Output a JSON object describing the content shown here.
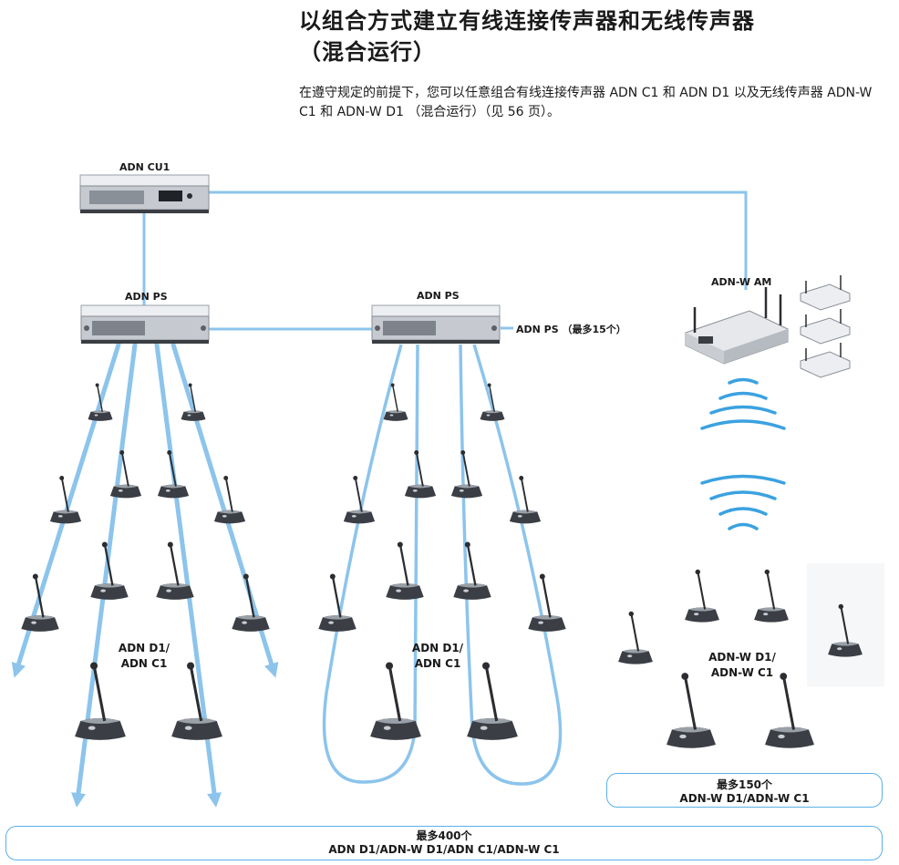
{
  "header": {
    "title_line1": "以组合方式建立有线连接传声器和无线传声器",
    "title_line2": "（混合运行）",
    "intro": "在遵守规定的前提下，您可以任意组合有线连接传声器 ADN C1 和 ADN D1 以及无线传声器 ADN-W C1 和 ADN-W D1 （混合运行）（见 56 页）。"
  },
  "labels": {
    "cu1": "ADN CU1",
    "ps_left": "ADN PS",
    "ps_mid": "ADN PS",
    "ps_more": "ADN PS （最多15个）",
    "wam": "ADN-W AM",
    "group_left": "ADN D1/\nADN C1",
    "group_mid": "ADN D1/\nADN C1",
    "group_wireless": "ADN-W D1/\nADN-W C1"
  },
  "boxes": {
    "wireless_max_line1": "最多150个",
    "wireless_max_line2": "ADN-W D1/ADN-W C1",
    "total_max_line1": "最多400个",
    "total_max_line2": "ADN D1/ADN-W D1/ADN C1/ADN-W C1"
  },
  "colors": {
    "cable": "#8cc4ec",
    "cable_dark": "#5bb0e6",
    "wave": "#3ba2e0",
    "device_body": "#d4d7dc",
    "device_dark": "#3a3d42"
  },
  "icons": [
    "central-unit-icon",
    "power-supply-icon",
    "access-module-icon",
    "microphone-icon",
    "wireless-signal-icon"
  ]
}
